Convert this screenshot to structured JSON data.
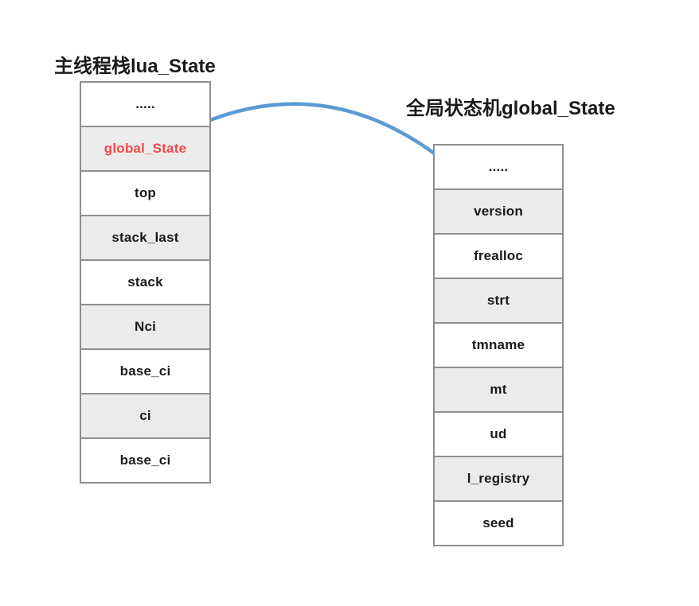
{
  "left_panel": {
    "title": "主线程栈lua_State",
    "rows": [
      {
        "label": "....."
      },
      {
        "label": "global_State"
      },
      {
        "label": "top"
      },
      {
        "label": "stack_last"
      },
      {
        "label": "stack"
      },
      {
        "label": "Nci"
      },
      {
        "label": "base_ci"
      },
      {
        "label": "ci"
      },
      {
        "label": "base_ci"
      }
    ]
  },
  "right_panel": {
    "title": "全局状态机global_State",
    "rows": [
      {
        "label": "....."
      },
      {
        "label": "version"
      },
      {
        "label": "frealloc"
      },
      {
        "label": "strt"
      },
      {
        "label": "tmname"
      },
      {
        "label": "mt"
      },
      {
        "label": "ud"
      },
      {
        "label": "l_registry"
      },
      {
        "label": "seed"
      }
    ]
  },
  "arrow": {
    "color": "#5B9BD5"
  },
  "colors": {
    "cell_background": "#FFFFFF",
    "cell_shaded_background": "#EBEBEB",
    "table_border": "#8F8F8F",
    "text": "#1A1A1A",
    "highlight_text": "#F04B4B"
  }
}
